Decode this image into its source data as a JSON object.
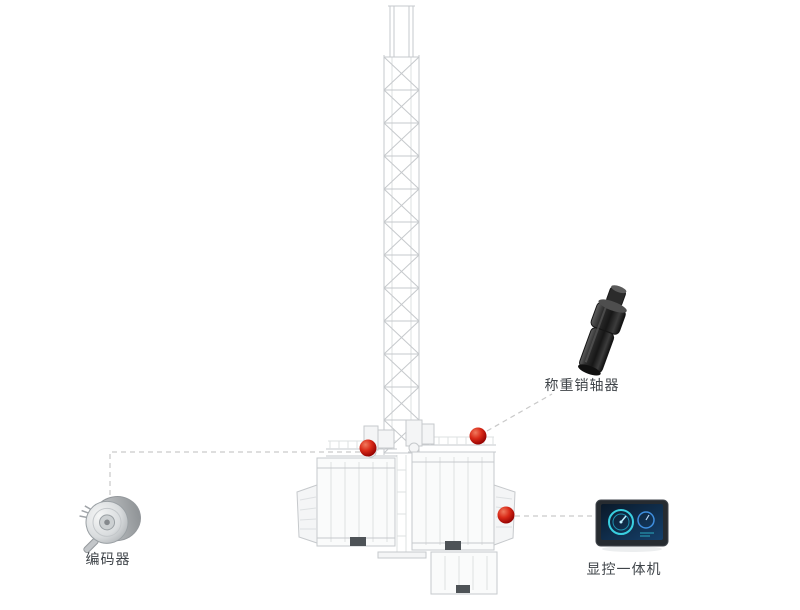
{
  "components": {
    "encoder": {
      "label": "编码器"
    },
    "weighing_pin": {
      "label": "称重销轴器"
    },
    "display_unit": {
      "label": "显控一体机"
    }
  },
  "colors": {
    "background": "#ffffff",
    "line": "#c6c9cc",
    "line_soft": "#dde0e2",
    "marker_red": "#c50f0b",
    "dashed": "#c9c9c9",
    "label_text": "#3f4449"
  }
}
